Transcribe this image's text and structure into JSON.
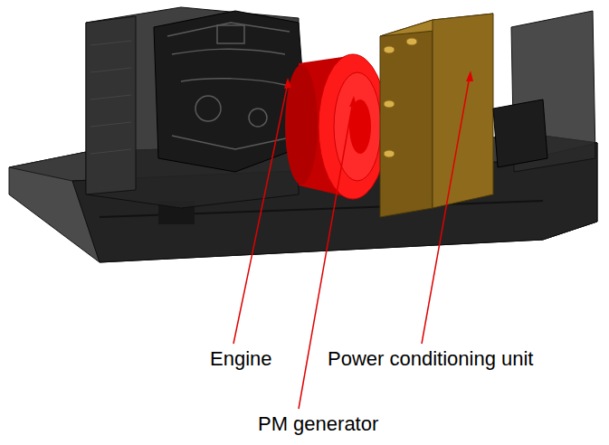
{
  "diagram": {
    "labels": [
      "Engine",
      "Power conditioning unit",
      "PM generator"
    ]
  }
}
